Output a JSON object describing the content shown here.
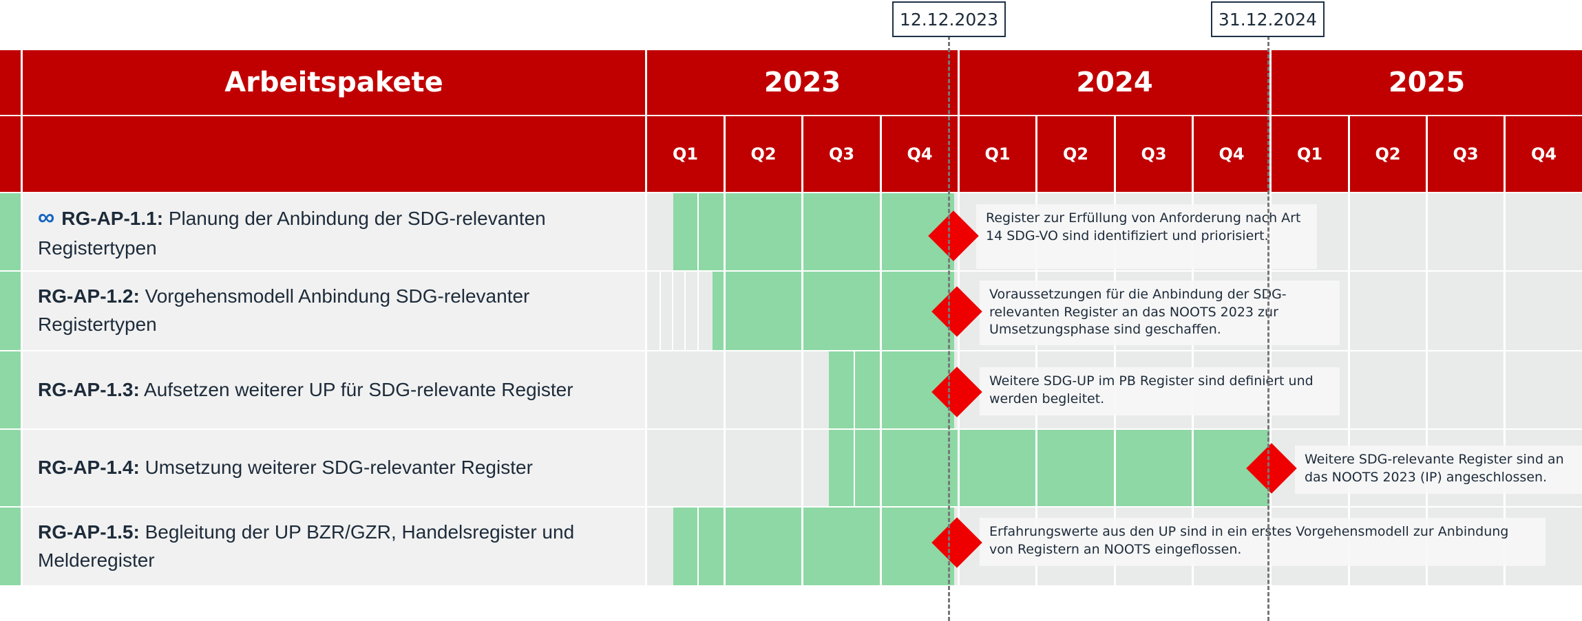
{
  "header": {
    "work_packages_label": "Arbeitspakete",
    "years": [
      "2023",
      "2024",
      "2025"
    ],
    "quarters": [
      "Q1",
      "Q2",
      "Q3",
      "Q4",
      "Q1",
      "Q2",
      "Q3",
      "Q4",
      "Q1",
      "Q2",
      "Q3",
      "Q4"
    ]
  },
  "deadlines": [
    {
      "label": "12.12.2023",
      "date": "2023-12-12"
    },
    {
      "label": "31.12.2024",
      "date": "2024-12-31"
    }
  ],
  "tasks": [
    {
      "id": "RG-AP-1.1:",
      "title": "Planung der Anbindung der SDG-relevanten Registertypen",
      "icon": "infinity-icon",
      "milestone_note": "Register zur Erfüllung von Anforderung nach Art 14 SDG-VO sind identifiziert und priorisiert."
    },
    {
      "id": "RG-AP-1.2:",
      "title": "Vorgehensmodell Anbindung SDG-relevanter Registertypen",
      "milestone_note": "Voraussetzungen für die Anbindung der SDG-relevanten Register an das NOOTS 2023 zur Umsetzungsphase sind geschaffen."
    },
    {
      "id": "RG-AP-1.3:",
      "title": "Aufsetzen weiterer UP für SDG-relevante Register",
      "milestone_note": "Weitere SDG-UP im PB Register sind definiert und werden begleitet."
    },
    {
      "id": "RG-AP-1.4:",
      "title": "Umsetzung weiterer SDG-relevanter Register",
      "milestone_note": "Weitere SDG-relevante Register sind an das NOOTS 2023 (IP) angeschlossen."
    },
    {
      "id": "RG-AP-1.5:",
      "title": "Begleitung der UP BZR/GZR, Handelsregister und Melderegister",
      "milestone_note": "Erfahrungswerte aus den UP sind in ein erstes Vorgehensmodell zur Anbindung von Registern an NOOTS eingeflossen."
    }
  ],
  "colors": {
    "header": "#c00000",
    "bar": "#8dd8a4",
    "milestone": "#ee0000",
    "row_bg": "#f1f1f1"
  }
}
